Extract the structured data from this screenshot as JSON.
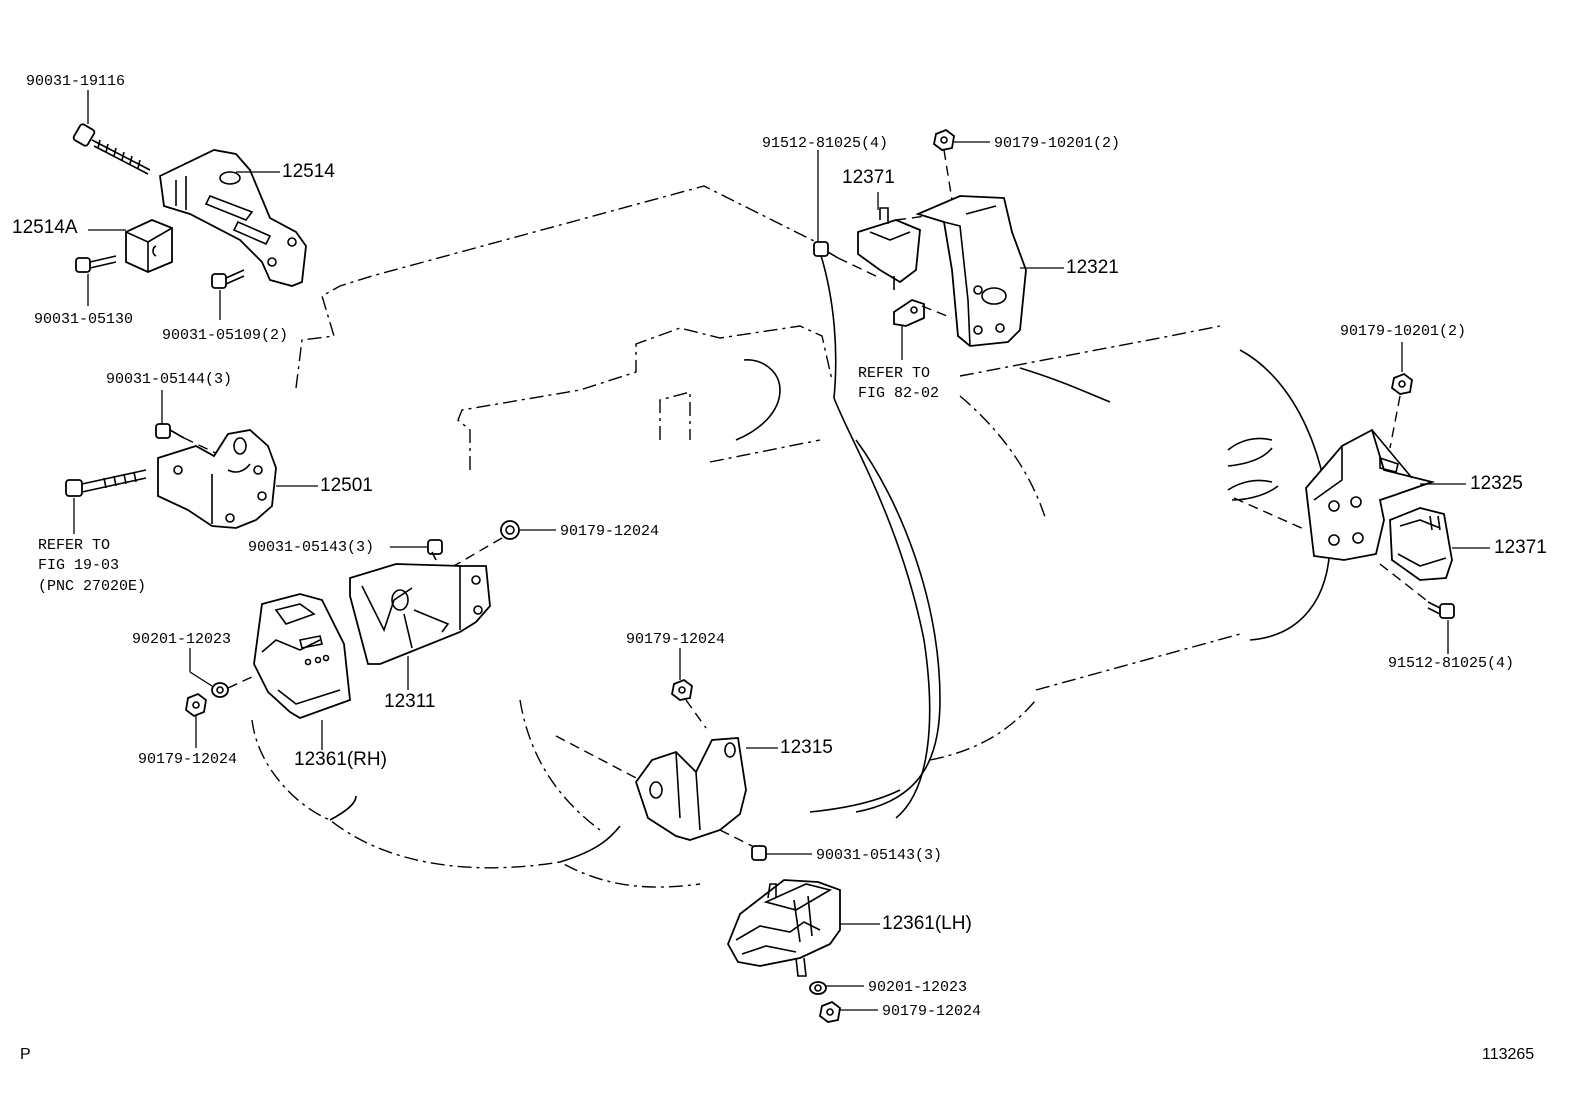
{
  "labels": {
    "p_90031_19116": "90031-19116",
    "p_12514": "12514",
    "p_12514A": "12514A",
    "p_90031_05130": "90031-05130",
    "p_90031_05109": "90031-05109(2)",
    "p_90031_05144": "90031-05144(3)",
    "p_12501": "12501",
    "ref_fig_19_03": "REFER TO\nFIG 19-03\n(PNC 27020E)",
    "p_90031_05143_a": "90031-05143(3)",
    "p_90179_12024_a": "90179-12024",
    "p_90201_12023_a": "90201-12023",
    "p_12311": "12311",
    "p_90179_12024_b": "90179-12024",
    "p_12361_rh": "12361(RH)",
    "p_91512_81025_a": "91512-81025(4)",
    "p_90179_10201_a": "90179-10201(2)",
    "p_12371_a": "12371",
    "p_12321": "12321",
    "ref_fig_82_02": "REFER TO\nFIG 82-02",
    "p_90179_10201_b": "90179-10201(2)",
    "p_12325": "12325",
    "p_12371_b": "12371",
    "p_91512_81025_b": "91512-81025(4)",
    "p_90179_12024_c": "90179-12024",
    "p_12315": "12315",
    "p_90031_05143_b": "90031-05143(3)",
    "p_12361_lh": "12361(LH)",
    "p_90201_12023_b": "90201-12023",
    "p_90179_12024_d": "90179-12024"
  },
  "footer": {
    "left": "P",
    "right": "113265"
  }
}
